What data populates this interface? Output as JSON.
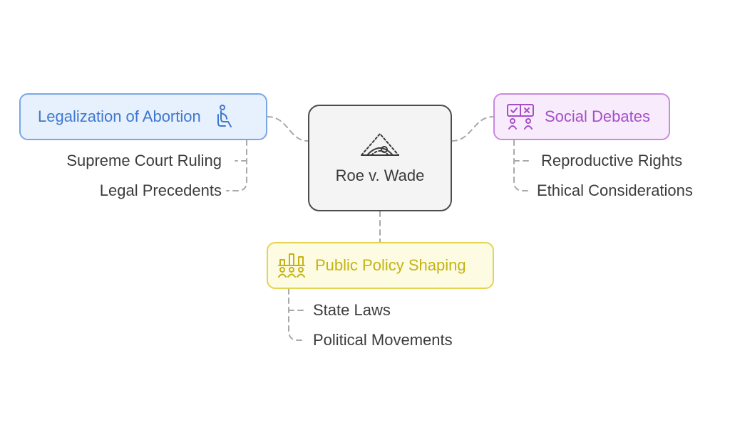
{
  "center": {
    "label": "Roe v. Wade",
    "icon": "ultrasound-icon"
  },
  "branches": [
    {
      "id": "legalization",
      "label": "Legalization of Abortion",
      "icon": "pregnant-person-icon",
      "color": "#3f78cf",
      "children": [
        "Supreme Court Ruling",
        "Legal Precedents"
      ]
    },
    {
      "id": "social",
      "label": "Social Debates",
      "icon": "debate-board-icon",
      "color": "#a54ec8",
      "children": [
        "Reproductive Rights",
        "Ethical Considerations"
      ]
    },
    {
      "id": "policy",
      "label": "Public Policy Shaping",
      "icon": "policy-group-icon",
      "color": "#c4b312",
      "children": [
        "State Laws",
        "Political Movements"
      ]
    }
  ]
}
